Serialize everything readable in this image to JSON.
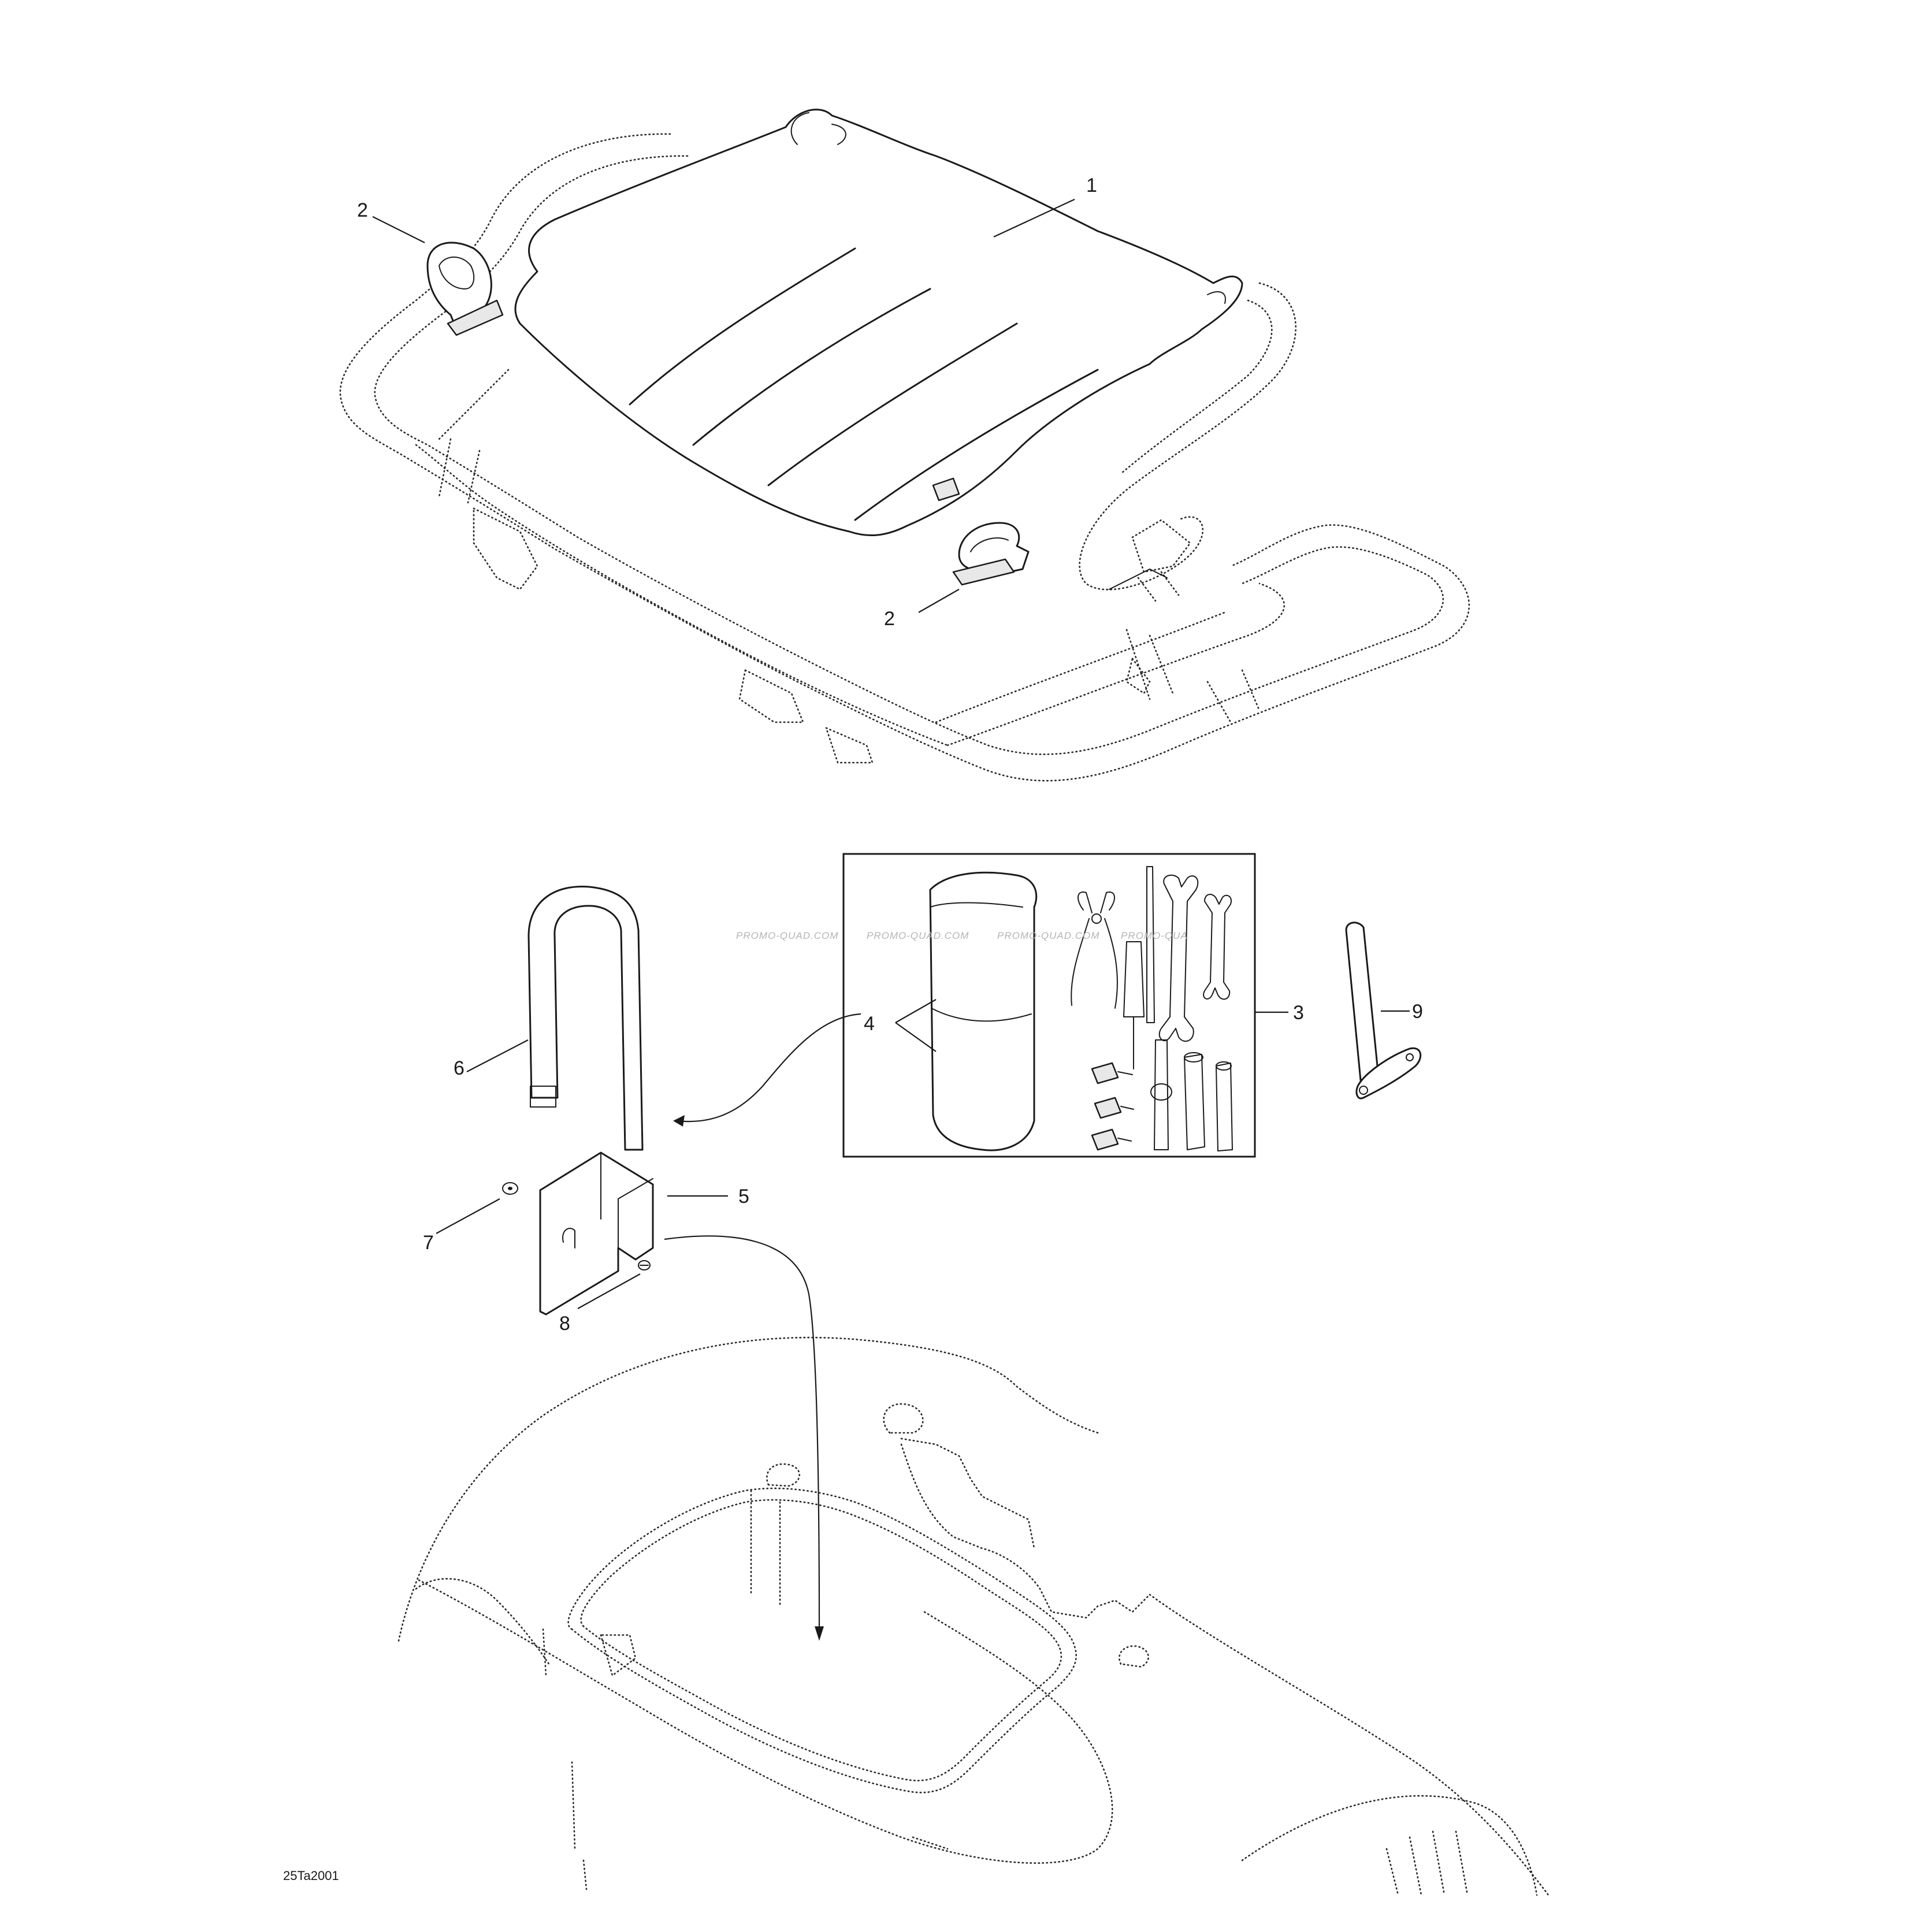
{
  "diagram": {
    "callouts": {
      "c1": "1",
      "c2a": "2",
      "c2b": "2",
      "c3": "3",
      "c4": "4",
      "c5": "5",
      "c6": "6",
      "c7": "7",
      "c8": "8",
      "c9": "9"
    },
    "watermarks": [
      "PROMO-QUAD.COM",
      "PROMO-QUAD.COM",
      "PROMO-QUAD.COM",
      "PROMO-QUA"
    ],
    "figure_code": "25Ta2001"
  }
}
